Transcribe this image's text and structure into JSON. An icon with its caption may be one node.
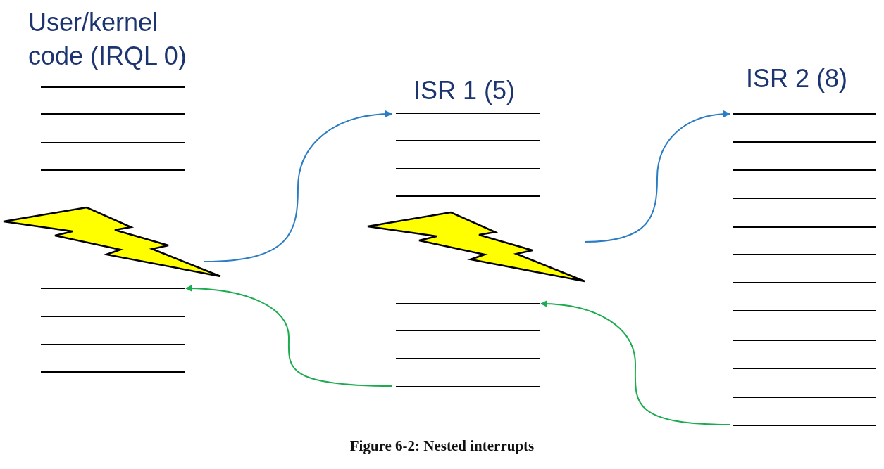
{
  "diagram": {
    "caption": "Figure 6-2: Nested interrupts",
    "nodes": [
      {
        "text": [
          "User/kernel code (IRQL 0)"
        ]
      },
      {
        "text": [
          "ISR 1 (5)"
        ]
      },
      {
        "text": [
          "ISR 2 (8)"
        ]
      },
      {
        "text": [],
        "shape": "lightning"
      },
      {
        "text": [],
        "shape": "lightning"
      }
    ],
    "edges": [
      {
        "from": 3,
        "to": 1,
        "arrow": "to",
        "color": "#2a7dc4"
      },
      {
        "from": 1,
        "to": 0,
        "arrow": "to",
        "color": "#1dab50"
      },
      {
        "from": 4,
        "to": 2,
        "arrow": "to",
        "color": "#2a7dc4"
      },
      {
        "from": 2,
        "to": 1,
        "arrow": "to",
        "color": "#1dab50"
      }
    ]
  }
}
